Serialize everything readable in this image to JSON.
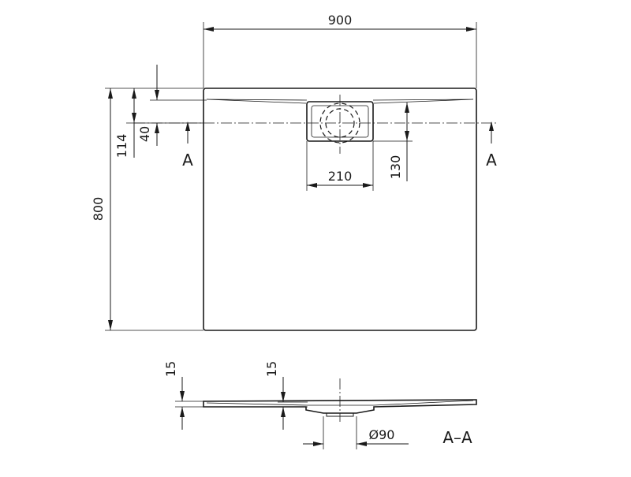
{
  "dimensions": {
    "width": "900",
    "height": "800",
    "offset_114": "114",
    "offset_40": "40",
    "drain_width": "210",
    "drain_height": "130",
    "thickness_left": "15",
    "thickness_mid": "15",
    "drain_diameter": "Ø90"
  },
  "section": {
    "marker_left": "A",
    "marker_right": "A",
    "label": "A–A"
  }
}
